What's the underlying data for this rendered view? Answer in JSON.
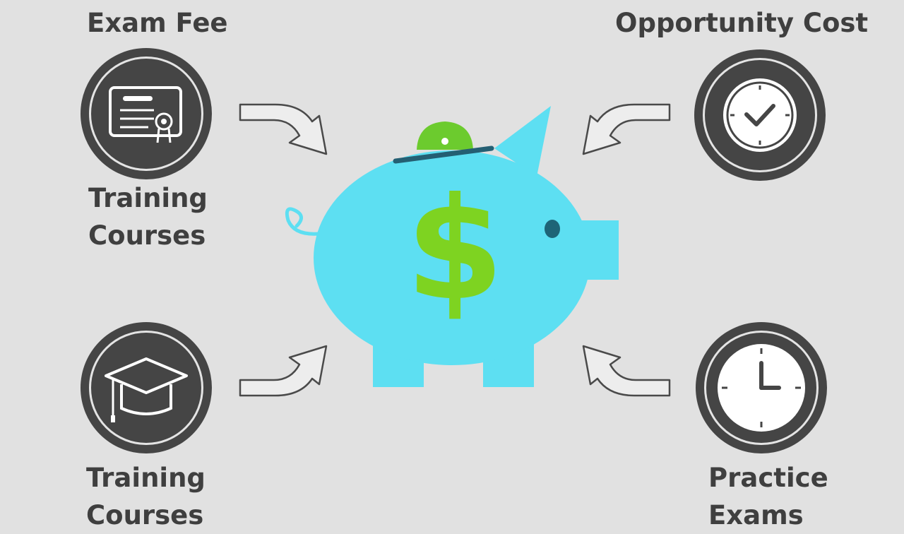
{
  "labels": {
    "exam_fee": "Exam Fee",
    "opportunity_cost": "Opportunity Cost",
    "training_courses_1": [
      "Training",
      "Courses"
    ],
    "training_courses_2": [
      "Training",
      "Courses"
    ],
    "practice_exams": [
      "Practice",
      "Exams"
    ]
  },
  "icons": {
    "top_left": "certificate-icon",
    "bottom_left": "graduation-cap-icon",
    "top_right": "clock-icon",
    "bottom_right": "clock-icon",
    "center": "piggy-bank-icon",
    "center_symbol": "dollar-sign-icon"
  },
  "center_symbol": "$",
  "colors": {
    "background": "#e1e1e1",
    "badge": "#454545",
    "text": "#3f3f3f",
    "piggy_bank": "#5ddff2",
    "dollar": "#7ed321",
    "coin": "#6ccb2e",
    "slot": "#245f73"
  }
}
